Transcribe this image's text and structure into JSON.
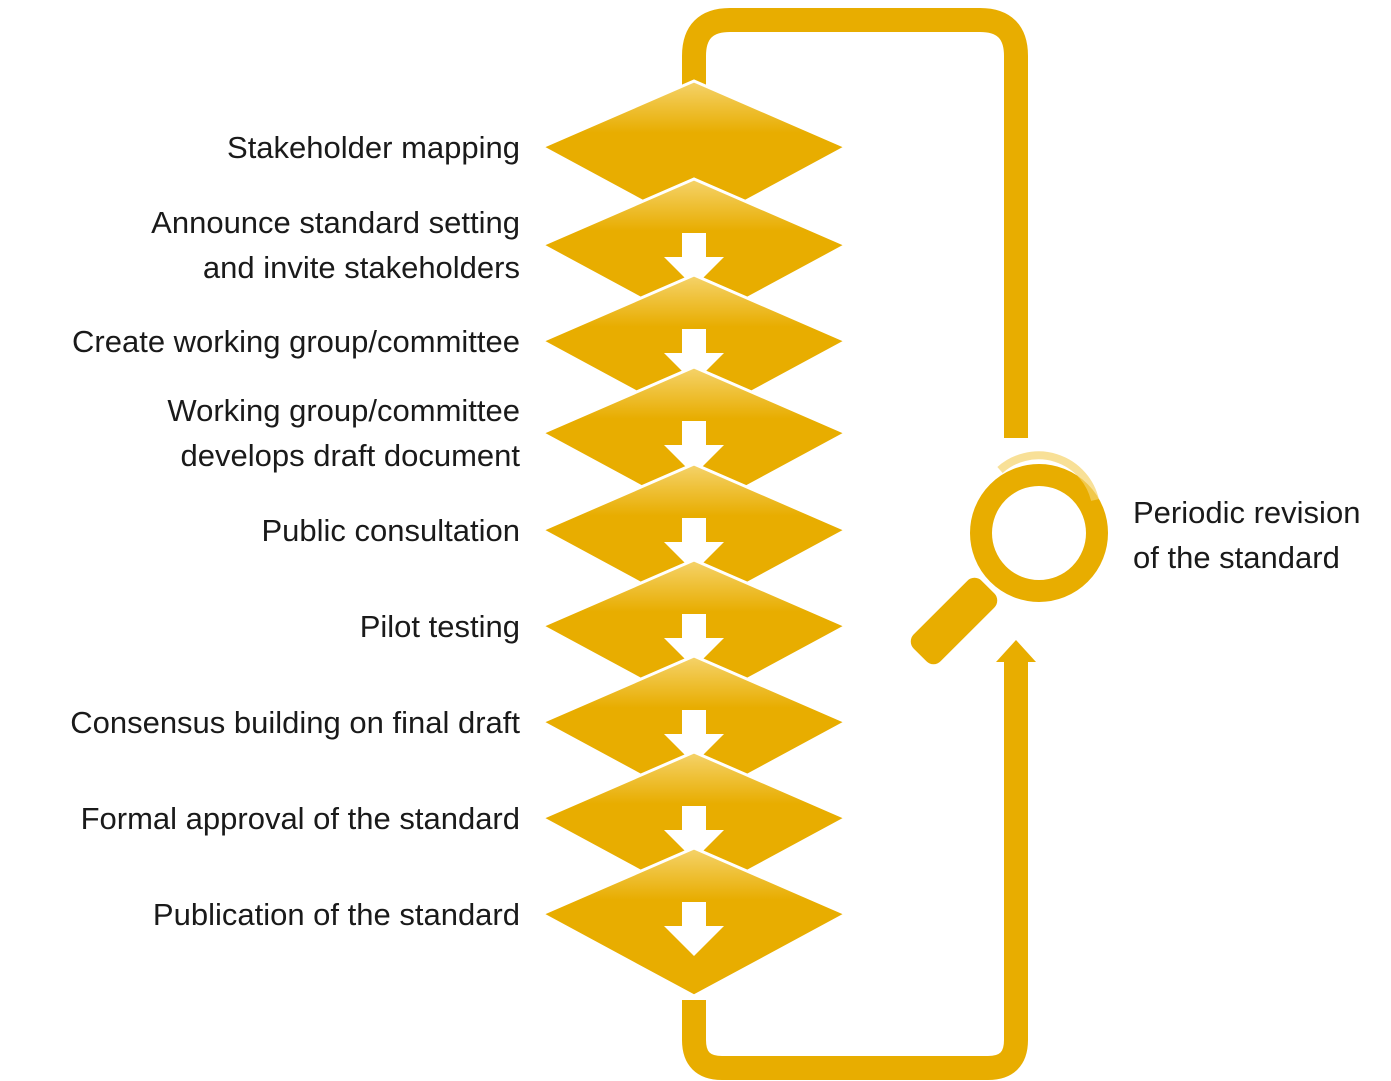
{
  "steps": [
    {
      "label": "Stakeholder mapping"
    },
    {
      "label": "Announce standard setting\nand invite stakeholders"
    },
    {
      "label": "Create working group/committee"
    },
    {
      "label": "Working group/committee\ndevelops draft document"
    },
    {
      "label": "Public consultation"
    },
    {
      "label": "Pilot testing"
    },
    {
      "label": "Consensus building on final draft"
    },
    {
      "label": "Formal approval of the standard"
    },
    {
      "label": "Publication of the standard"
    }
  ],
  "revision": {
    "label": "Periodic revision\nof the standard",
    "icon": "magnifier-icon"
  },
  "colors": {
    "accent": "#e8ad00",
    "accent_light": "#f3cf62",
    "text": "#1a1a1a",
    "background": "#ffffff"
  }
}
